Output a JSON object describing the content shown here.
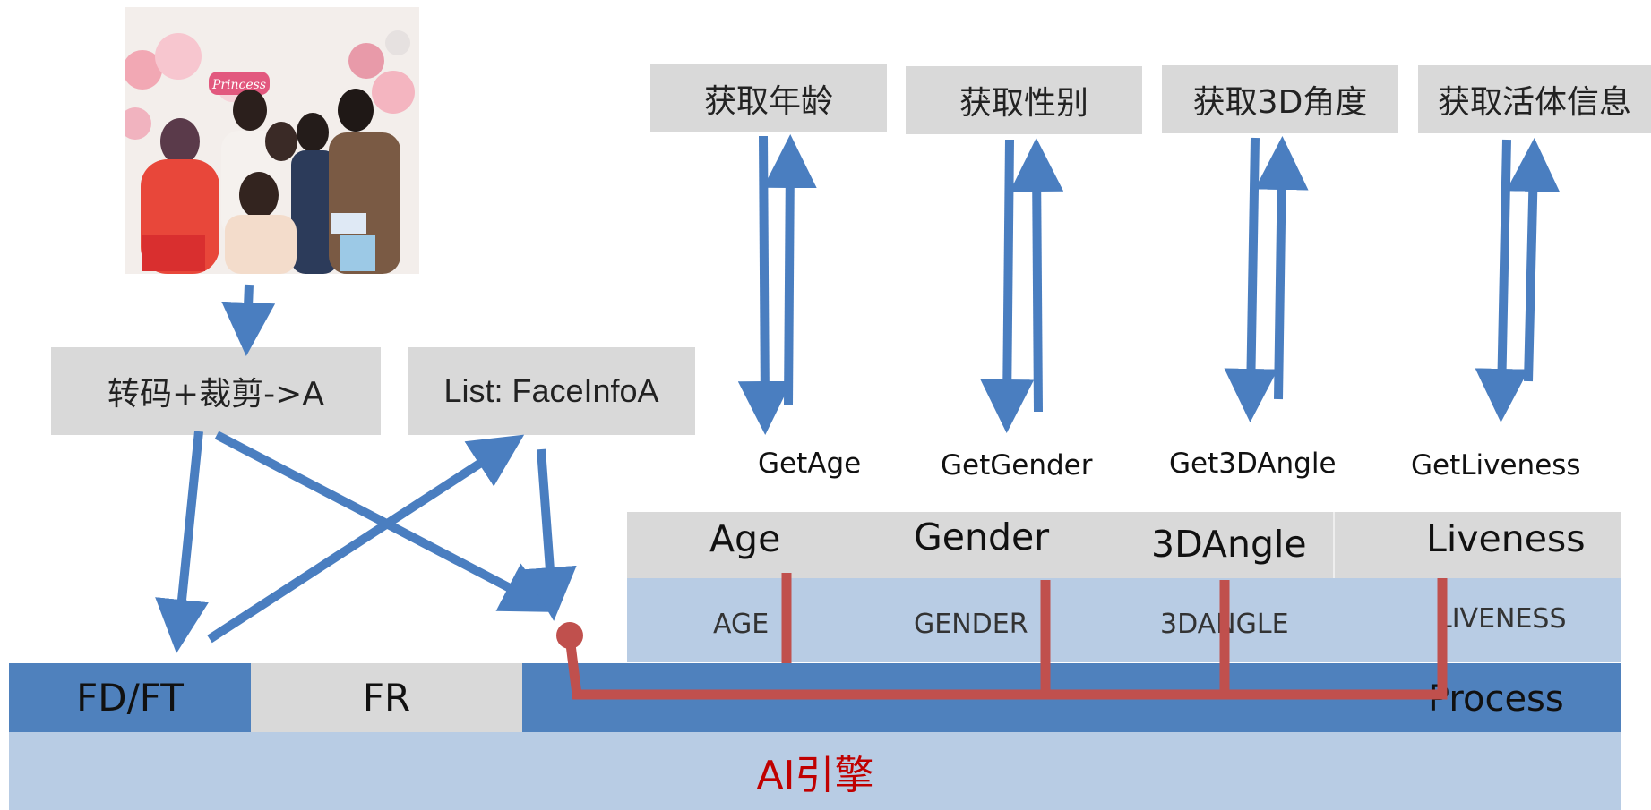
{
  "photo": {
    "alt": "group photo",
    "banner_text": "Princess"
  },
  "boxes": {
    "transcode_crop": "转码+裁剪->A",
    "face_list": "List: FaceInfoA"
  },
  "top_boxes": [
    {
      "label": "获取年龄"
    },
    {
      "label": "获取性别"
    },
    {
      "label": "获取3D角度"
    },
    {
      "label": "获取活体信息"
    }
  ],
  "api_calls": [
    "GetAge",
    "GetGender",
    "Get3DAngle",
    "GetLiveness"
  ],
  "features": {
    "top": [
      "Age",
      "Gender",
      "3DAngle",
      "Liveness"
    ],
    "bottom": [
      "AGE",
      "GENDER",
      "3DANGLE",
      "LIVENESS"
    ]
  },
  "engine": {
    "fd_ft": "FD/FT",
    "fr": "FR",
    "process": "Process",
    "ai_engine": "AI引擎"
  },
  "colors": {
    "arrow_blue": "#4a7ec0",
    "dark_blue": "#4f81bd",
    "light_blue": "#b8cce4",
    "gray": "#d9d9d9",
    "connector_red": "#c0504d",
    "engine_text_red": "#c00000"
  }
}
